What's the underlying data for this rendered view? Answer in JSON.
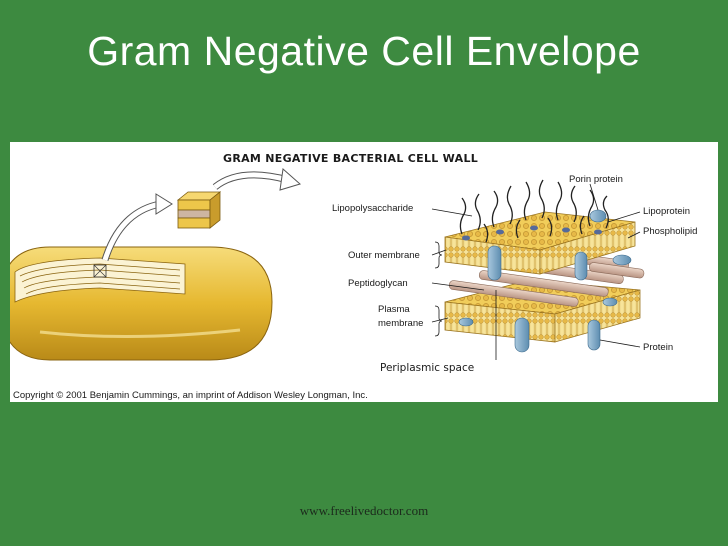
{
  "slide": {
    "title": "Gram Negative Cell Envelope",
    "footer": "www.freelivedoctor.com"
  },
  "figure": {
    "heading": "GRAM NEGATIVE BACTERIAL CELL WALL",
    "copyright": "Copyright © 2001 Benjamin Cummings, an imprint of Addison Wesley Longman, Inc.",
    "labels": {
      "porin_protein": "Porin protein",
      "lipopolysaccharide": "Lipopolysaccharide",
      "lipoprotein": "Lipoprotein",
      "phospholipid": "Phospholipid",
      "outer_membrane": "Outer membrane",
      "peptidoglycan": "Peptidoglycan",
      "plasma_membrane_1": "Plasma",
      "plasma_membrane_2": "membrane",
      "protein": "Protein",
      "periplasmic_space": "Periplasmic space"
    }
  },
  "colors": {
    "background": "#3d8a40",
    "membrane_yellow": "#f1cd5a",
    "membrane_dark": "#b8892a",
    "protein_blue": "#7aa8c8",
    "peptidoglycan_tube": "#d9b8a6",
    "cell_gold": "#e6b830"
  }
}
